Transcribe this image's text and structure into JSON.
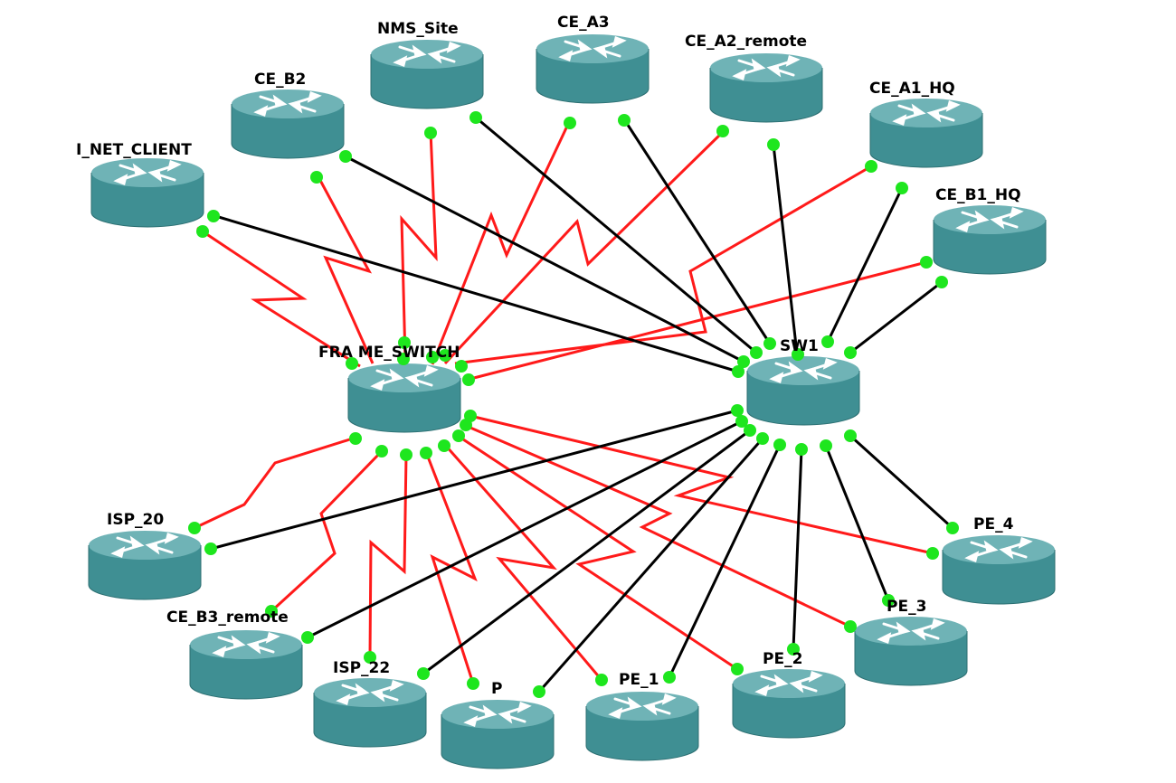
{
  "colors": {
    "serial_link": "#ff1a1a",
    "ethernet_link": "#000000",
    "port": "#1ee61e",
    "router_body": "#3f8f93",
    "router_top": "#6fb3b6"
  },
  "icons": {
    "router": "router-icon",
    "port": "port-indicator-icon"
  },
  "devices": [
    {
      "id": "NMS_Site",
      "label": "NMS_Site"
    },
    {
      "id": "CE_A3",
      "label": "CE_A3"
    },
    {
      "id": "CE_A2_remote",
      "label": "CE_A2_remote"
    },
    {
      "id": "CE_B2",
      "label": "CE_B2"
    },
    {
      "id": "CE_A1_HQ",
      "label": "CE_A1_HQ"
    },
    {
      "id": "I_NET_CLIENT",
      "label": "I_NET_CLIENT"
    },
    {
      "id": "CE_B1_HQ",
      "label": "CE_B1_HQ"
    },
    {
      "id": "FRAME_SWITCH",
      "label": "FRA ME_SWITCH"
    },
    {
      "id": "SW1",
      "label": "SW1"
    },
    {
      "id": "ISP_20",
      "label": "ISP_20"
    },
    {
      "id": "PE_4",
      "label": "PE_4"
    },
    {
      "id": "PE_3",
      "label": "PE_3"
    },
    {
      "id": "CE_B3_remote",
      "label": "CE_B3_remote"
    },
    {
      "id": "PE_2",
      "label": "PE_2"
    },
    {
      "id": "ISP_22",
      "label": "ISP_22"
    },
    {
      "id": "P",
      "label": "P"
    },
    {
      "id": "PE_1",
      "label": "PE_1"
    }
  ]
}
